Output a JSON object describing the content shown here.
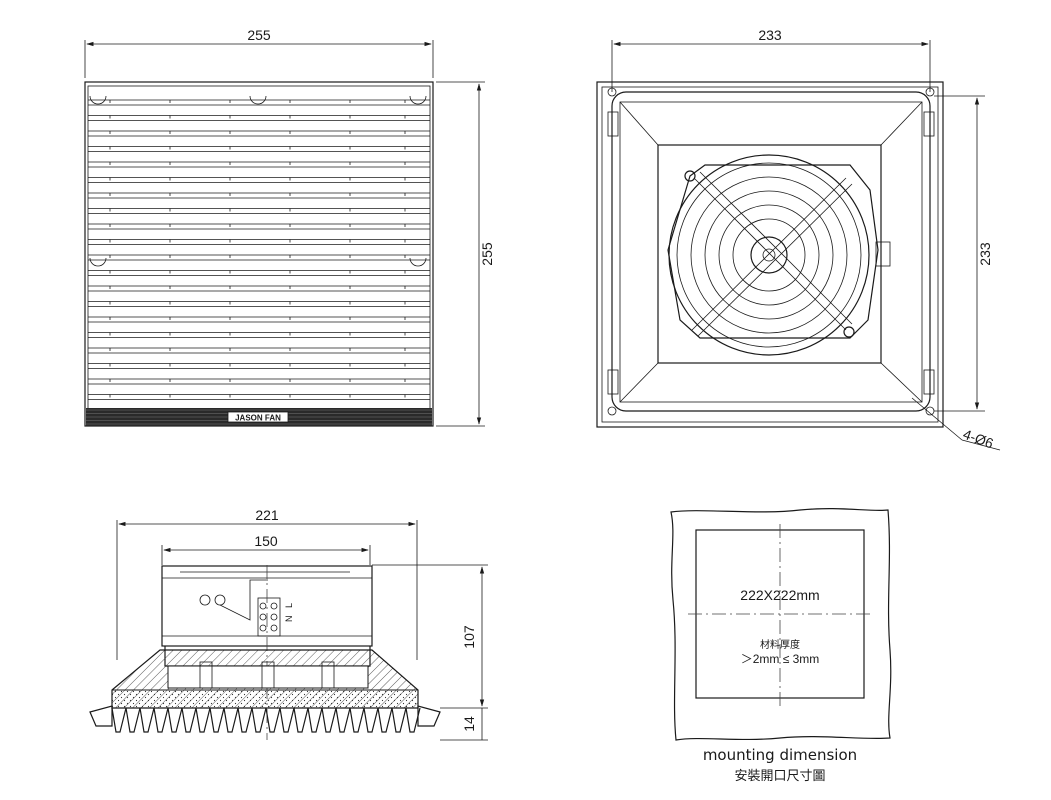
{
  "front_view": {
    "width_dim": "255",
    "height_dim": "255",
    "brand_label": "JASON FAN"
  },
  "back_view": {
    "width_dim": "233",
    "height_dim": "233",
    "hole_callout": "4-Ø6"
  },
  "side_view": {
    "overall_width_dim": "221",
    "body_width_dim": "150",
    "height_dim": "107",
    "flange_dim": "14",
    "terminal_labels": [
      "L",
      "N"
    ]
  },
  "cutout": {
    "size_text": "222X222mm",
    "material_label": "材料厚度",
    "thickness_text": "＞2mm ≤ 3mm",
    "caption_en": "mounting dimension",
    "caption_zh": "安裝開口尺寸圖"
  }
}
